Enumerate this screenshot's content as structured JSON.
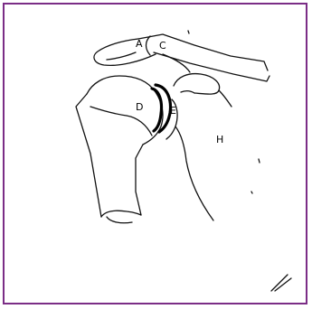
{
  "figure": {
    "border_color": "#7b2d86",
    "labels": {
      "a": "A",
      "c": "C",
      "d": "D",
      "e": "E",
      "h": "H"
    }
  }
}
